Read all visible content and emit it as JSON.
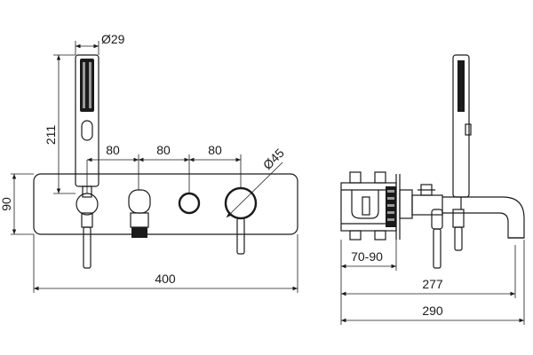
{
  "dimensions": {
    "hand_shower_diameter": "Ø29",
    "hand_shower_height": "211",
    "spacing_1": "80",
    "spacing_2": "80",
    "spacing_3": "80",
    "handle_diameter": "Ø45",
    "plate_height": "90",
    "plate_width": "400",
    "wall_depth": "70-90",
    "spout_projection_1": "277",
    "spout_projection_2": "290"
  }
}
